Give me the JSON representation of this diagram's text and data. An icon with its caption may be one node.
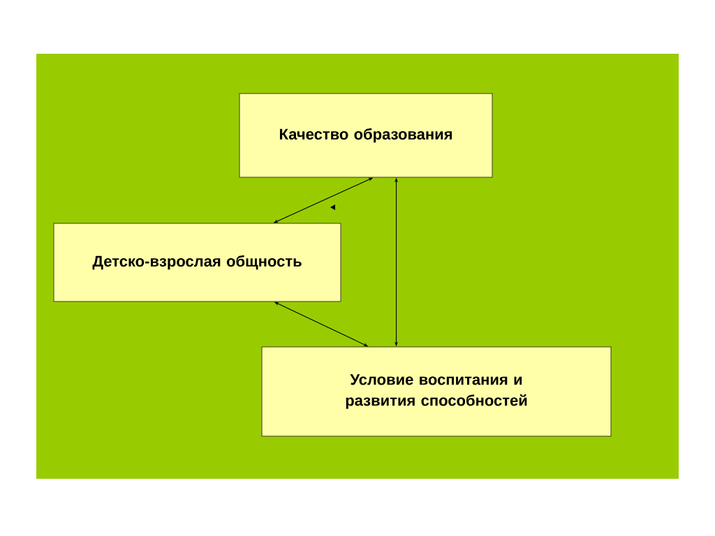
{
  "diagram": {
    "nodes": [
      {
        "text": [
          "Качество образования"
        ]
      },
      {
        "text": [
          "Детско-взрослая общность"
        ]
      },
      {
        "text": [
          "Условие воспитания и развития способностей"
        ]
      }
    ],
    "edges": [
      {
        "from": 0,
        "to": 1,
        "arrow": "both"
      },
      {
        "from": 1,
        "to": 2,
        "arrow": "both"
      },
      {
        "from": 0,
        "to": 2,
        "arrow": "both"
      }
    ]
  }
}
